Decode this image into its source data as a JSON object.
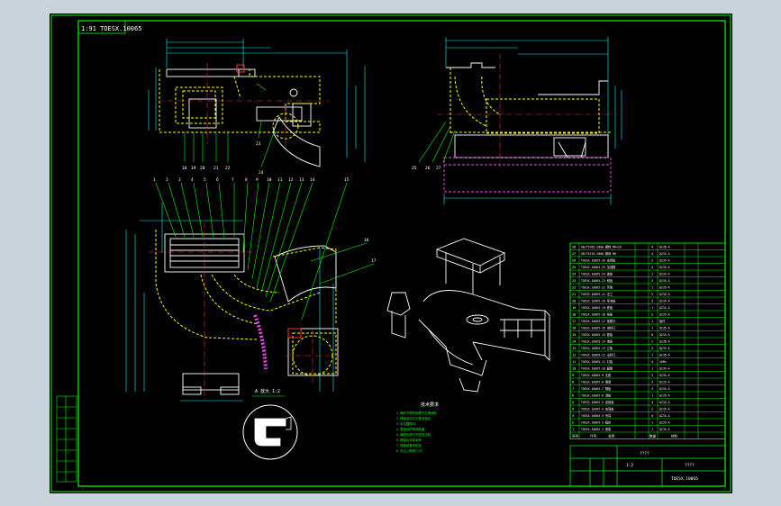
{
  "drawing": {
    "code_label": "1:91 TOESX.10065",
    "tech_heading": "技术要求",
    "tech_lines": [
      "1.铸件不得有砂眼气孔等缺陷",
      "2.焊缝应均匀平整无裂纹",
      "3.未注圆角R3",
      "4.表面涂防锈漆两遍",
      "5.装配后进行气密性试验",
      "6.焊接后去除毛刺",
      "7.按图纸要求检验",
      "8.未注公差按IT12"
    ],
    "detail_label": "A 放大 1:2",
    "callout_numbers_top": [
      "1",
      "2",
      "3",
      "4",
      "5",
      "6",
      "7",
      "8",
      "9",
      "10",
      "11",
      "12",
      "13",
      "14",
      "15",
      "16",
      "17"
    ],
    "callout_numbers_bottom": [
      "18",
      "19",
      "20",
      "21",
      "22",
      "23",
      "24",
      "25",
      "26",
      "27"
    ]
  },
  "bom": {
    "rows": [
      {
        "no": "28",
        "name": "GB/T5782-2000 螺栓 M6×20",
        "qty": "4",
        "mat": "Q235-A"
      },
      {
        "no": "27",
        "name": "GB/T6170-2000 螺母 M6",
        "qty": "4",
        "mat": "Q235-A"
      },
      {
        "no": "26",
        "name": "TOESX.10065-26 支撑板",
        "qty": "2",
        "mat": "Q235-A"
      },
      {
        "no": "25",
        "name": "TOESX.10065-25 加强筋",
        "qty": "4",
        "mat": "Q235-A"
      },
      {
        "no": "24",
        "name": "TOESX.10065-24 盖板",
        "qty": "1",
        "mat": "Q235-A"
      },
      {
        "no": "23",
        "name": "TOESX.10065-23 侧板",
        "qty": "2",
        "mat": "Q235-A"
      },
      {
        "no": "22",
        "name": "TOESX.10065-22 弯管",
        "qty": "1",
        "mat": "Q235-A"
      },
      {
        "no": "21",
        "name": "TOESX.10065-21 法兰",
        "qty": "2",
        "mat": "Q235-A"
      },
      {
        "no": "20",
        "name": "TOESX.10065-20 导流板",
        "qty": "3",
        "mat": "Q235-A"
      },
      {
        "no": "19",
        "name": "TOESX.10065-19 底板",
        "qty": "1",
        "mat": "Q235-A"
      },
      {
        "no": "18",
        "name": "TOESX.10065-18 挡板",
        "qty": "2",
        "mat": "Q235-A"
      },
      {
        "no": "17",
        "name": "TOESX.10065-17 观察孔",
        "qty": "1",
        "mat": "组件"
      },
      {
        "no": "16",
        "name": "TOESX.10065-16 进料口",
        "qty": "1",
        "mat": "Q235-A"
      },
      {
        "no": "15",
        "name": "TOESX.10065-15 筋板",
        "qty": "6",
        "mat": "Q235-A"
      },
      {
        "no": "14",
        "name": "TOESX.10065-14 端板",
        "qty": "2",
        "mat": "Q235-A"
      },
      {
        "no": "13",
        "name": "TOESX.10065-13 立板",
        "qty": "2",
        "mat": "Q235-A"
      },
      {
        "no": "12",
        "name": "TOESX.10065-12 出料口",
        "qty": "1",
        "mat": "Q235-A"
      },
      {
        "no": "11",
        "name": "TOESX.10065-11 衬板",
        "qty": "4",
        "mat": "16Mn"
      },
      {
        "no": "10",
        "name": "TOESX.10065-10 圆管",
        "qty": "1",
        "mat": "Q235-A"
      },
      {
        "no": "9",
        "name": "TOESX.10065-9 支座",
        "qty": "2",
        "mat": "Q235-A"
      },
      {
        "no": "8",
        "name": "TOESX.10065-8 横梁",
        "qty": "2",
        "mat": "Q235-A"
      },
      {
        "no": "7",
        "name": "TOESX.10065-7 隔板",
        "qty": "3",
        "mat": "Q235-A"
      },
      {
        "no": "6",
        "name": "TOESX.10065-6 顶板",
        "qty": "1",
        "mat": "Q235-A"
      },
      {
        "no": "5",
        "name": "TOESX.10065-5 连接板",
        "qty": "4",
        "mat": "Q235-A"
      },
      {
        "no": "4",
        "name": "TOESX.10065-4 加强板",
        "qty": "2",
        "mat": "Q235-A"
      },
      {
        "no": "3",
        "name": "TOESX.10065-3 吊耳",
        "qty": "4",
        "mat": "Q235-A"
      },
      {
        "no": "2",
        "name": "TOESX.10065-2 箱体",
        "qty": "1",
        "mat": "Q235-A"
      },
      {
        "no": "1",
        "name": "TOESX.10065-1 框架",
        "qty": "1",
        "mat": "Q235-A"
      }
    ],
    "header": [
      "序号",
      "代号",
      "名称",
      "数量",
      "材料"
    ],
    "title_name": "????",
    "title_part": "????",
    "drawing_no": "TOESX.10065",
    "scale": "1:2"
  },
  "colors": {
    "sheet_border": "#00ff00",
    "outline_white": "#ffffff",
    "hidden_yellow": "#ffff00",
    "dimension_cyan": "#00ffff",
    "center_red": "#ff3030",
    "magenta": "#ff40ff",
    "hatch_green": "#00ff00"
  }
}
